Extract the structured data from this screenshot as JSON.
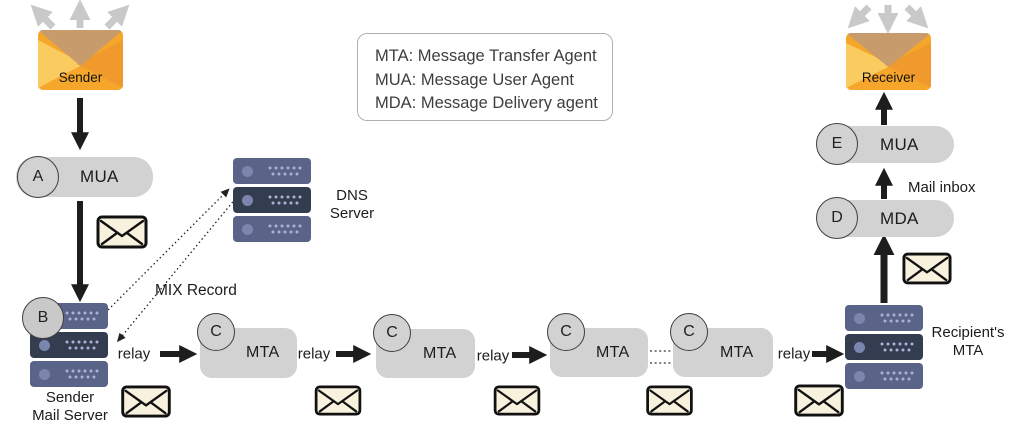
{
  "legend": {
    "line1": "MTA: Message Transfer Agent",
    "line2": "MUA: Message User Agent",
    "line3": "MDA: Message Delivery agent"
  },
  "labels": {
    "relay": "relay",
    "mix_record": "MIX Record",
    "mail_inbox": "Mail inbox",
    "dns_line1": "DNS",
    "dns_line2": "Server",
    "sender_server_line1": "Sender",
    "sender_server_line2": "Mail Server",
    "recipient_line1": "Recipient's",
    "recipient_line2": "MTA"
  },
  "nodes": {
    "sender": {
      "label": "Sender"
    },
    "receiver": {
      "label": "Receiver"
    },
    "mua_a": {
      "badge": "A",
      "label": "MUA"
    },
    "server_b": {
      "badge": "B"
    },
    "mta_chain": [
      {
        "badge": "C",
        "label": "MTA"
      },
      {
        "badge": "C",
        "label": "MTA"
      },
      {
        "badge": "C",
        "label": "MTA"
      },
      {
        "badge": "C",
        "label": "MTA"
      }
    ],
    "mda": {
      "badge": "D",
      "label": "MDA"
    },
    "mua_e": {
      "badge": "E",
      "label": "MUA"
    }
  },
  "colors": {
    "pill_gray": "#d2d2d2",
    "server_blue": "#5a6488",
    "server_dark": "#343d4f",
    "envelope_orange": "#f6a62b",
    "envelope_flap_tan": "#c79b6b",
    "envelope_fold_light": "#facb5f",
    "envelope_fold_dark": "#f0992c",
    "message_cream": "#f8f1dd",
    "arrow_black": "#1d1d1d",
    "arrow_gray": "#c9c9c9"
  }
}
